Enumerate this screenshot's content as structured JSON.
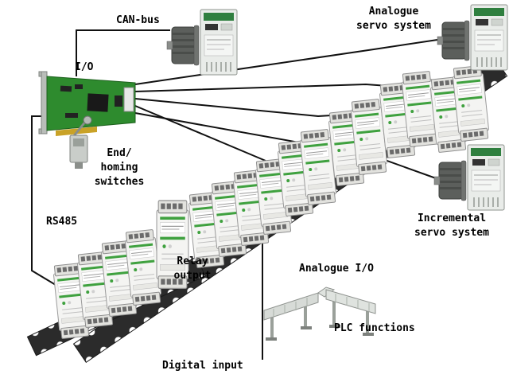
{
  "labels": {
    "can_bus": "CAN-bus",
    "analogue_servo_system": "Analogue\nservo system",
    "io": "I/O",
    "end_homing_switches": "End/\nhoming\nswitches",
    "rs485": "RS485",
    "relay_output": "Relay\noutput",
    "analogue_io": "Analogue I/O",
    "plc_functions": "PLC functions",
    "digital_input": "Digital input",
    "incremental_servo_system": "Incremental\nservo system"
  },
  "colors": {
    "background": "#ffffff",
    "wire": "#111111",
    "rail_dark": "#2b2b2b",
    "module_body": "#f4f4f2",
    "accent_green": "#3fa13f",
    "pcb_green": "#2e8b2e",
    "drive_body": "#e9ece9",
    "motor_grey": "#5c5f5c",
    "gold_edge": "#c9a227"
  },
  "components": {
    "io_card": "pci-io-card",
    "din_rail": "din-rail",
    "din_module": "din-rail-module",
    "servo_drive": "servo-drive-with-motor",
    "limit_switch": "end-homing-limit-switch",
    "conveyor": "conveyor-plc"
  }
}
